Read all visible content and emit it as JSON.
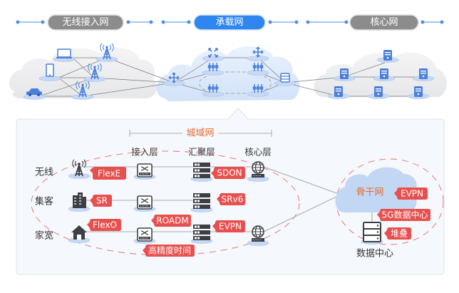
{
  "top_nav": {
    "segments": [
      {
        "label": "无线接入网",
        "active": false
      },
      {
        "label": "承载网",
        "active": true
      },
      {
        "label": "核心网",
        "active": false
      }
    ]
  },
  "metro": {
    "title": "城域网",
    "layers": [
      "接入层",
      "汇聚层",
      "核心层"
    ],
    "rows": [
      "无线",
      "集客",
      "家宽"
    ],
    "tags": {
      "flexe": "FlexE",
      "sr": "SR",
      "flexo": "FlexO",
      "sdon": "SDON",
      "srv6": "SRv6",
      "evpn": "EVPN",
      "roadm": "ROADM",
      "timing": "高精度时间"
    }
  },
  "backbone": {
    "title": "骨干网",
    "tag_evpn": "EVPN",
    "tag_5gdc": "5G数据中心",
    "tag_stack": "堆叠",
    "dc_label": "数据中心"
  },
  "colors": {
    "accent_blue": "#2f86f0",
    "inactive_gray": "#8c8c8c",
    "tag_red": "#e8504f",
    "orange": "#e8692c",
    "icon_blue": "#4a7fdc",
    "cloud_gray": "#eeeeef",
    "cloud_blue": "#dce8fa"
  }
}
